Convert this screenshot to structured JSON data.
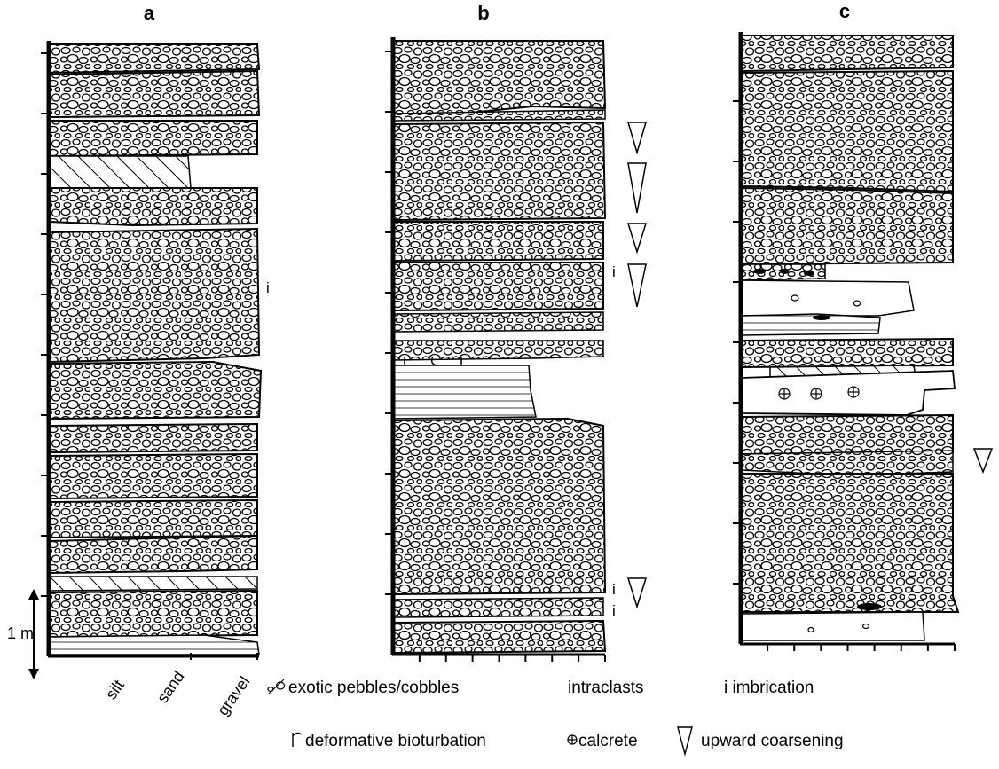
{
  "columns": [
    {
      "id": "a",
      "title": "a"
    },
    {
      "id": "b",
      "title": "b"
    },
    {
      "id": "c",
      "title": "c"
    }
  ],
  "scale": {
    "label": "1 m"
  },
  "grain_axis": [
    "silt",
    "sand",
    "gravel"
  ],
  "imbrication_mark": "i",
  "legend": {
    "exotic": "exotic pebbles/cobbles",
    "intraclasts": "intraclasts",
    "imbrication": "i imbrication",
    "bioturbation": "deformative bioturbation",
    "calcrete": "calcrete",
    "coarsening": "upward coarsening"
  },
  "colors": {
    "ink": "#000000",
    "paper": "#ffffff"
  },
  "pattern_names": [
    "conglomerate-pebbles",
    "cross-bedding",
    "laminated-sand"
  ]
}
